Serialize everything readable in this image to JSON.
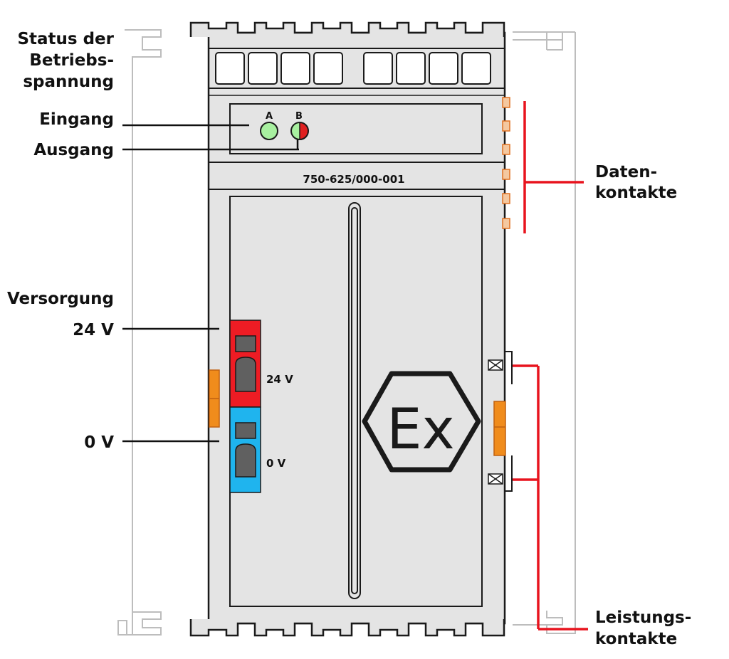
{
  "labels": {
    "status_line1": "Status der",
    "status_line2": "Betriebs-",
    "status_line3": "spannung",
    "eingang": "Eingang",
    "ausgang": "Ausgang",
    "versorgung": "Versorgung",
    "v24": "24 V",
    "v0": "0 V",
    "daten_line1": "Daten-",
    "daten_line2": "kontakte",
    "leistung_line1": "Leistungs-",
    "leistung_line2": "kontakte"
  },
  "module": {
    "part_number": "750-625/000-001",
    "led_a_label": "A",
    "led_b_label": "B",
    "terminal_24v_label": "24 V",
    "terminal_0v_label": "0 V",
    "ex_mark": "Ex"
  },
  "colors": {
    "housing": "#e4e4e4",
    "outline": "#1a1a1a",
    "rail": "#b9b9b9",
    "led_green": "#a8f0a0",
    "led_red": "#e02020",
    "terminal_red": "#ee1c24",
    "terminal_blue": "#1fb4ee",
    "contact_orange": "#f08c1c",
    "callout_red": "#e8141e"
  }
}
